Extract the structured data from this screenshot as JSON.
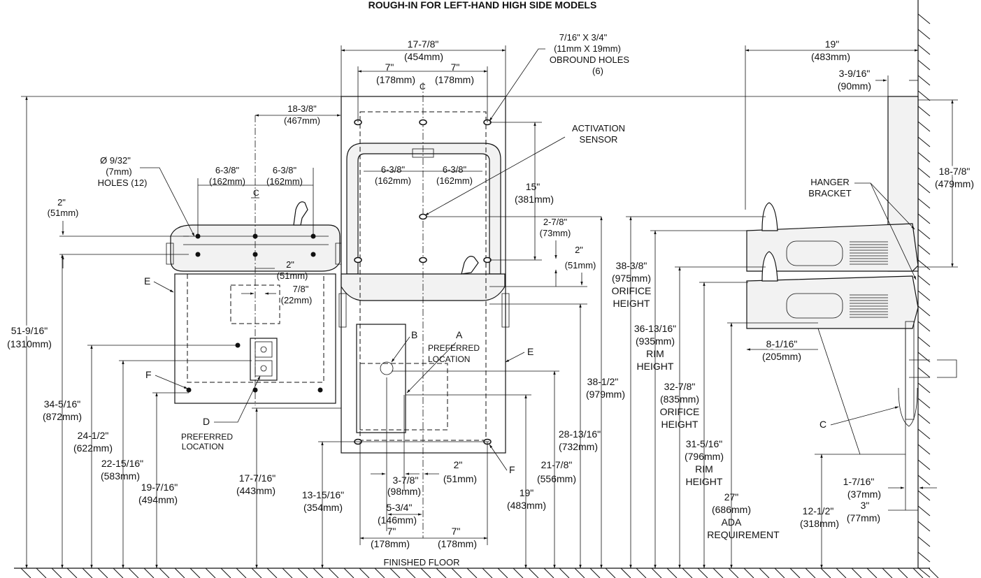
{
  "title": "ROUGH-IN FOR LEFT-HAND HIGH SIDE MODELS",
  "floor_label": "FINISHED FLOOR",
  "front_left": {
    "holes": [
      "Ø 9/32\"",
      "(7mm)",
      "HOLES (12)"
    ],
    "d18_3_8": [
      "18-3/8\"",
      "(467mm)"
    ],
    "d6_3_8_a": [
      "6-3/8\"",
      "(162mm)"
    ],
    "d6_3_8_b": [
      "6-3/8\"",
      "(162mm)"
    ],
    "d2_top": [
      "2\"",
      "(51mm)"
    ],
    "d2_mid": [
      "2\"",
      "(51mm)"
    ],
    "d7_8": [
      "7/8\"",
      "(22mm)"
    ],
    "d51_9_16": [
      "51-9/16\"",
      "(1310mm)"
    ],
    "d34_5_16": [
      "34-5/16\"",
      "(872mm)"
    ],
    "d24_1_2": [
      "24-1/2\"",
      "(622mm)"
    ],
    "d22_15_16": [
      "22-15/16\"",
      "(583mm)"
    ],
    "d19_7_16": [
      "19-7/16\"",
      "(494mm)"
    ],
    "d17_7_16": [
      "17-7/16\"",
      "(443mm)"
    ],
    "label_e": "E",
    "label_f": "F",
    "label_d": "D",
    "preferred": [
      "PREFERRED",
      "LOCATION"
    ]
  },
  "front_right": {
    "d17_7_8": [
      "17-7/8\"",
      "(454mm)"
    ],
    "d7_a": [
      "7\"",
      "(178mm)"
    ],
    "d7_b": [
      "7\"",
      "(178mm)"
    ],
    "obround": [
      "7/16\" X 3/4\"",
      "(11mm X 19mm)",
      "OBROUND HOLES",
      "(6)"
    ],
    "activation": [
      "ACTIVATION",
      "SENSOR"
    ],
    "d6_3_8_a": [
      "6-3/8\"",
      "(162mm)"
    ],
    "d6_3_8_b": [
      "6-3/8\"",
      "(162mm)"
    ],
    "d15": [
      "15\"",
      "(381mm)"
    ],
    "d2_7_8": [
      "2-7/8\"",
      "(73mm)"
    ],
    "d2": [
      "2\"",
      "(51mm)"
    ],
    "d38_1_2": [
      "38-1/2\"",
      "(979mm)"
    ],
    "d28_13_16": [
      "28-13/16\"",
      "(732mm)"
    ],
    "d21_7_8": [
      "21-7/8\"",
      "(556mm)"
    ],
    "d19": [
      "19\"",
      "(483mm)"
    ],
    "d13_15_16": [
      "13-15/16\"",
      "(354mm)"
    ],
    "d3_7_8": [
      "3-7/8\"",
      "(98mm)"
    ],
    "d2_bottom": [
      "2\"",
      "(51mm)"
    ],
    "d5_3_4": [
      "5-3/4\"",
      "(146mm)"
    ],
    "d7_bot_a": [
      "7\"",
      "(178mm)"
    ],
    "d7_bot_b": [
      "7\"",
      "(178mm)"
    ],
    "label_a": "A",
    "label_b": "B",
    "label_e": "E",
    "label_f": "F",
    "preferred": [
      "PREFERRED",
      "LOCATION"
    ]
  },
  "side": {
    "d19": [
      "19\"",
      "(483mm)"
    ],
    "d3_9_16": [
      "3-9/16\"",
      "(90mm)"
    ],
    "d18_7_8": [
      "18-7/8\"",
      "(479mm)"
    ],
    "hanger": [
      "HANGER",
      "BRACKET"
    ],
    "d38_3_8": [
      "38-3/8\"",
      "(975mm)",
      "ORIFICE",
      "HEIGHT"
    ],
    "d36_13_16": [
      "36-13/16\"",
      "(935mm)",
      "RIM",
      "HEIGHT"
    ],
    "d32_7_8": [
      "32-7/8\"",
      "(835mm)",
      "ORIFICE",
      "HEIGHT"
    ],
    "d31_5_16": [
      "31-5/16\"",
      "(796mm)",
      "RIM",
      "HEIGHT"
    ],
    "d27": [
      "27\"",
      "(686mm)",
      "ADA",
      "REQUIREMENT"
    ],
    "d8_1_16": [
      "8-1/16\"",
      "(205mm)"
    ],
    "d12_1_2": [
      "12-1/2\"",
      "(318mm)"
    ],
    "d1_7_16": [
      "1-7/16\"",
      "(37mm)"
    ],
    "d3": [
      "3\"",
      "(77mm)"
    ],
    "label_c": "C"
  }
}
